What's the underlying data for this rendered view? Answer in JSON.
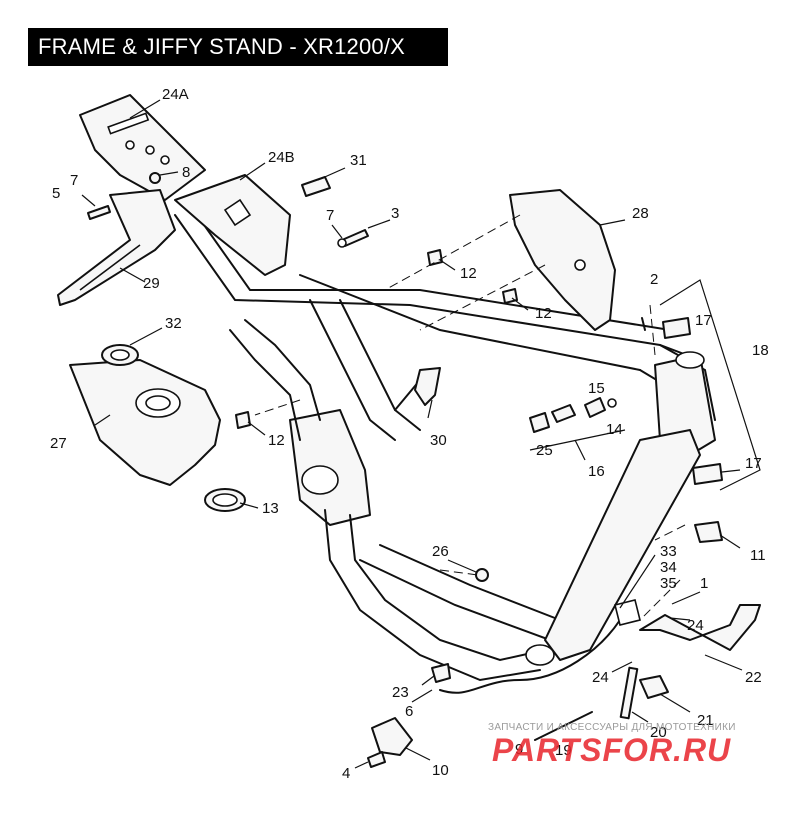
{
  "title": "FRAME & JIFFY STAND - XR1200/X",
  "callouts": {
    "c24A": "24A",
    "c24B": "24B",
    "c31": "31",
    "c8": "8",
    "c7a": "7",
    "c5": "5",
    "c7b": "7",
    "c3": "3",
    "c28": "28",
    "c29": "29",
    "c12a": "12",
    "c12b": "12",
    "c2": "2",
    "c32": "32",
    "c17a": "17",
    "c18": "18",
    "c15": "15",
    "c14": "14",
    "c25": "25",
    "c16": "16",
    "c30": "30",
    "c27": "27",
    "c12c": "12",
    "c17b": "17",
    "c13": "13",
    "c11": "11",
    "c26": "26",
    "c33": "33",
    "c34": "34",
    "c35": "35",
    "c1": "1",
    "c24c": "24",
    "c22": "22",
    "c24d": "24",
    "c23": "23",
    "c6": "6",
    "c21": "21",
    "c20": "20",
    "c9": "9",
    "c19": "19",
    "c4": "4",
    "c10": "10"
  },
  "watermark": {
    "text": "ЗАПЧАСТИ И АКСЕССУАРЫ ДЛЯ МОТОТЕХНИКИ",
    "logo": "PARTSFOR.RU",
    "logo_color": "#e8232a"
  },
  "colors": {
    "ink": "#111111",
    "title_bg": "#000000",
    "title_fg": "#ffffff"
  }
}
